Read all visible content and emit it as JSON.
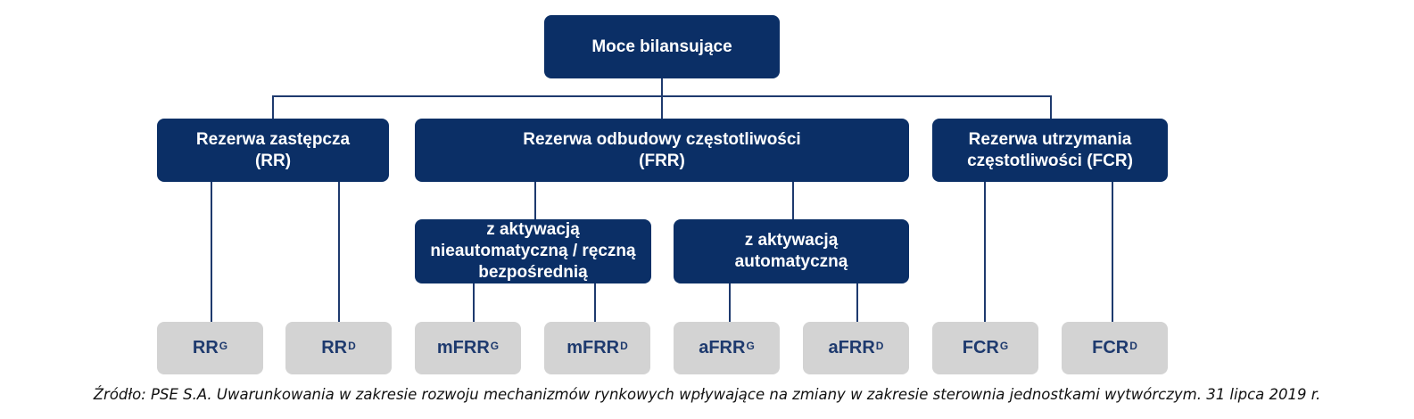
{
  "diagram": {
    "root": {
      "label": "Moce bilansujące"
    },
    "level1": [
      {
        "label": "Rezerwa zastępcza\n(RR)"
      },
      {
        "label": "Rezerwa odbudowy częstotliwości\n(FRR)"
      },
      {
        "label": "Rezerwa utrzymania\nczęstotliwości (FCR)"
      }
    ],
    "level2": [
      {
        "label": "z aktywacją\nnieautomatyczną / ręczną\nbezpośrednią"
      },
      {
        "label": "z aktywacją\nautomatyczną"
      }
    ],
    "leaves": [
      {
        "base": "RR",
        "sup": "G"
      },
      {
        "base": "RR",
        "sup": "D"
      },
      {
        "base": "mFRR",
        "sup": "G"
      },
      {
        "base": "mFRR",
        "sup": "D"
      },
      {
        "base": "aFRR",
        "sup": "G"
      },
      {
        "base": "aFRR",
        "sup": "D"
      },
      {
        "base": "FCR",
        "sup": "G"
      },
      {
        "base": "FCR",
        "sup": "D"
      }
    ],
    "colors": {
      "dark_box": "#0b2f66",
      "leaf_box": "#d3d3d3",
      "leaf_text": "#1e3a6e",
      "connector": "#1e3a6e"
    }
  },
  "caption": "Źródło: PSE S.A. Uwarunkowania w zakresie rozwoju mechanizmów rynkowych wpływające na zmiany w zakresie sterownia jednostkami wytwórczym. 31 lipca 2019 r."
}
